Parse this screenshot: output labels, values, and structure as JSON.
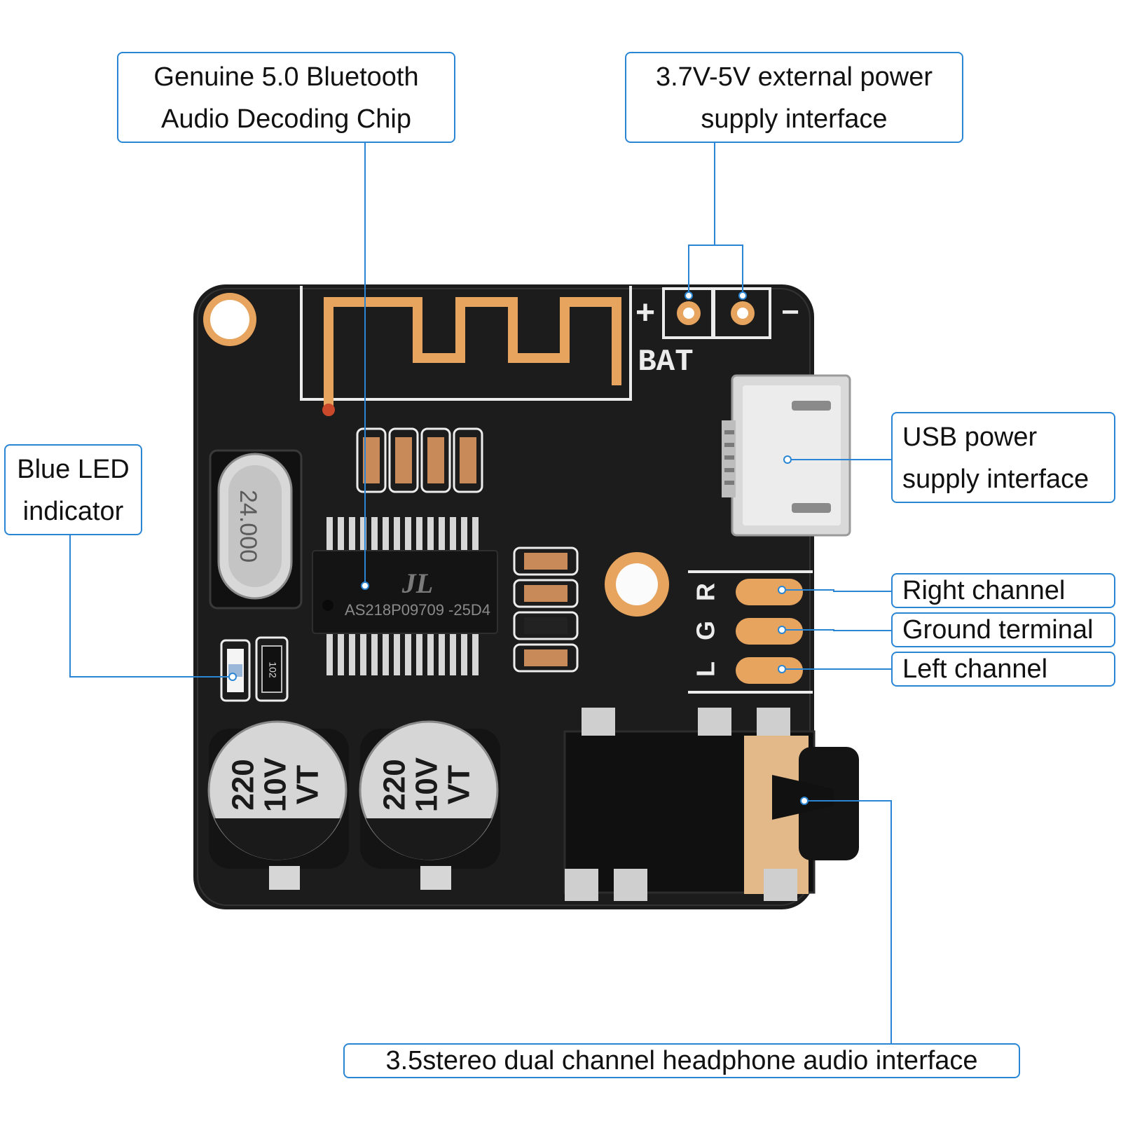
{
  "callouts": {
    "chip": {
      "line1": "Genuine 5.0 Bluetooth",
      "line2": "Audio Decoding Chip"
    },
    "external_power": {
      "line1": "3.7V-5V external power",
      "line2": "supply interface"
    },
    "led": {
      "line1": "Blue LED",
      "line2": "indicator"
    },
    "usb": {
      "line1": "USB power",
      "line2": "supply interface"
    },
    "right_channel": "Right channel",
    "ground": "Ground terminal",
    "left_channel": "Left channel",
    "headphone": "3.5stereo dual channel headphone audio interface"
  },
  "board": {
    "bat_label": "BAT",
    "plus_label": "+",
    "minus_label": "−",
    "chip_marking": "AS218P09709 -25D4",
    "chip_logo": "JL",
    "crystal_marking": "24.000",
    "capacitor_lines": [
      "220",
      "10V",
      "VT"
    ],
    "resistor_marking": "102",
    "pad_labels": [
      "R",
      "G",
      "L"
    ]
  },
  "colors": {
    "leader": "#2a86d4",
    "board": "#1c1c1c",
    "gold": "#e6a45e",
    "silkscreen": "#ececec"
  }
}
